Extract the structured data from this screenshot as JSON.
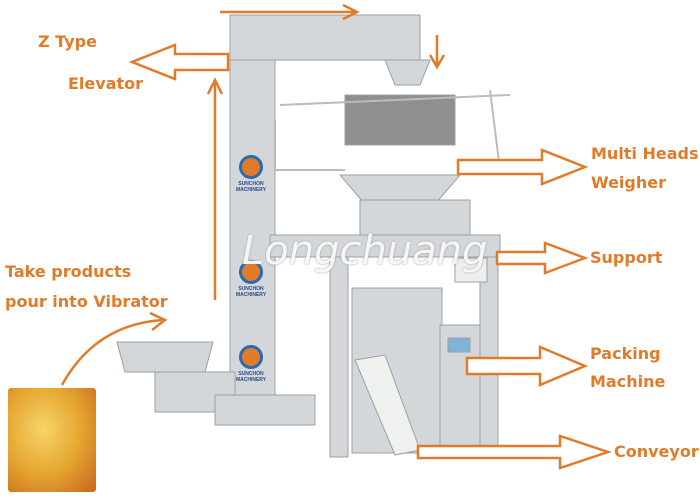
{
  "labels": {
    "z_type": "Z Type",
    "elevator": "Elevator",
    "multi_heads": "Multi Heads",
    "weigher": "Weigher",
    "support": "Support",
    "packing": "Packing",
    "machine": "Machine",
    "conveyor": "Conveyor",
    "take_products": "Take products",
    "pour_into": "pour into Vibrator"
  },
  "watermark": "Longchuang",
  "logo": {
    "line1": "SUNCHON",
    "line2": "MACHINERY"
  },
  "colors": {
    "accent": "#e07b2a",
    "steel": "#c9ccd0"
  }
}
